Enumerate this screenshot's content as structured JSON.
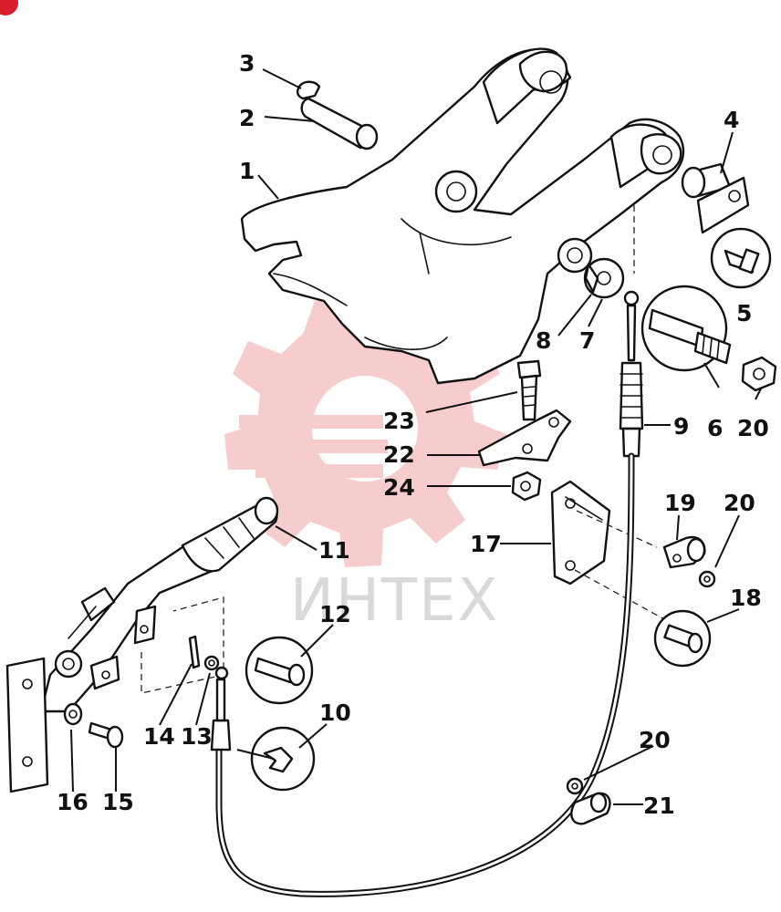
{
  "diagram": {
    "watermark_text": "ИНТЕХ",
    "callouts": [
      {
        "id": "c1",
        "label": "1"
      },
      {
        "id": "c2",
        "label": "2"
      },
      {
        "id": "c3",
        "label": "3"
      },
      {
        "id": "c4",
        "label": "4"
      },
      {
        "id": "c5",
        "label": "5"
      },
      {
        "id": "c6",
        "label": "6"
      },
      {
        "id": "c7",
        "label": "7"
      },
      {
        "id": "c8",
        "label": "8"
      },
      {
        "id": "c9",
        "label": "9"
      },
      {
        "id": "c10",
        "label": "10"
      },
      {
        "id": "c11",
        "label": "11"
      },
      {
        "id": "c12",
        "label": "12"
      },
      {
        "id": "c13",
        "label": "13"
      },
      {
        "id": "c14",
        "label": "14"
      },
      {
        "id": "c15",
        "label": "15"
      },
      {
        "id": "c16",
        "label": "16"
      },
      {
        "id": "c17",
        "label": "17"
      },
      {
        "id": "c18",
        "label": "18"
      },
      {
        "id": "c19",
        "label": "19"
      },
      {
        "id": "c20a",
        "label": "20"
      },
      {
        "id": "c20b",
        "label": "20"
      },
      {
        "id": "c20c",
        "label": "20"
      },
      {
        "id": "c21",
        "label": "21"
      },
      {
        "id": "c22",
        "label": "22"
      },
      {
        "id": "c23",
        "label": "23"
      },
      {
        "id": "c24",
        "label": "24"
      }
    ]
  }
}
